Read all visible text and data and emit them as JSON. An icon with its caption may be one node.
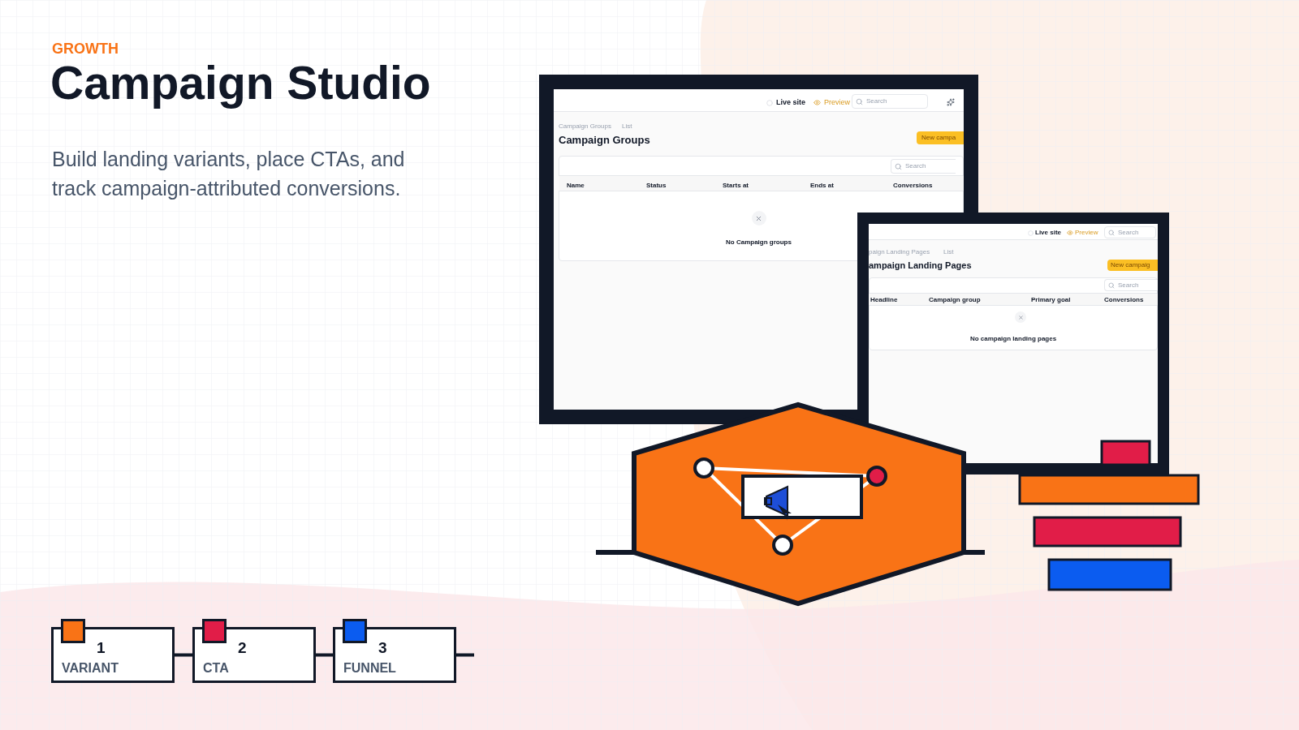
{
  "diagram": {
    "title": "Campaign Studio",
    "nodes": [
      {
        "text": [
          "1",
          "VARIANT"
        ]
      },
      {
        "text": [
          "2",
          "CTA"
        ]
      },
      {
        "text": [
          "3",
          "FUNNEL"
        ]
      },
      {
        "text": [
          "Live site",
          "Preview",
          "Search",
          "Campaign Groups",
          "List",
          "Campaign Groups",
          "New campa",
          "Search",
          "Name",
          "Status",
          "Starts at",
          "Ends at",
          "Conversions",
          "No Campaign groups"
        ]
      },
      {
        "text": [
          "Live site",
          "Preview",
          "Search",
          "paign Landing Pages",
          "List",
          "ampaign Landing Pages",
          "New campaig",
          "Search",
          "Headline",
          "Campaign group",
          "Primary goal",
          "Conversions",
          "No campaign landing pages"
        ]
      }
    ],
    "edges": [
      {
        "from": 0,
        "to": 1,
        "arrow": "none"
      },
      {
        "from": 1,
        "to": 2,
        "arrow": "none"
      },
      {
        "from": 2,
        "to": null,
        "arrow": "none"
      }
    ],
    "labels": [
      "GROWTH",
      "Build landing variants, place CTAs, and track campaign-attributed conversions."
    ]
  }
}
